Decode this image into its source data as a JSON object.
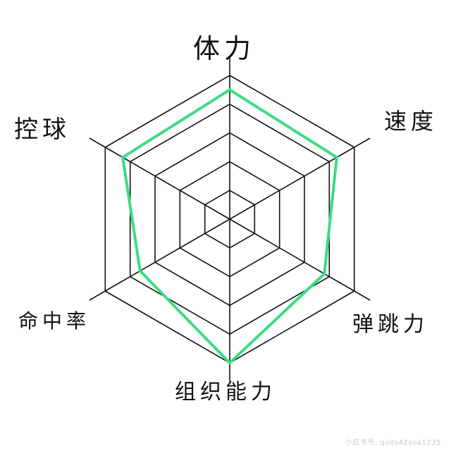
{
  "chart_data": {
    "type": "radar",
    "axes": [
      "体力",
      "速度",
      "弹跳力",
      "组织能力",
      "命中率",
      "控球"
    ],
    "rings": 5,
    "range": [
      0,
      5
    ],
    "grid": true,
    "series": [
      {
        "values": [
          4.5,
          4.3,
          3.8,
          5.0,
          3.6,
          4.3
        ]
      }
    ],
    "colors": {
      "series": "#3ddc84",
      "grid": "#111111"
    }
  },
  "watermark": "小红书号: qo0s42xoa1235"
}
